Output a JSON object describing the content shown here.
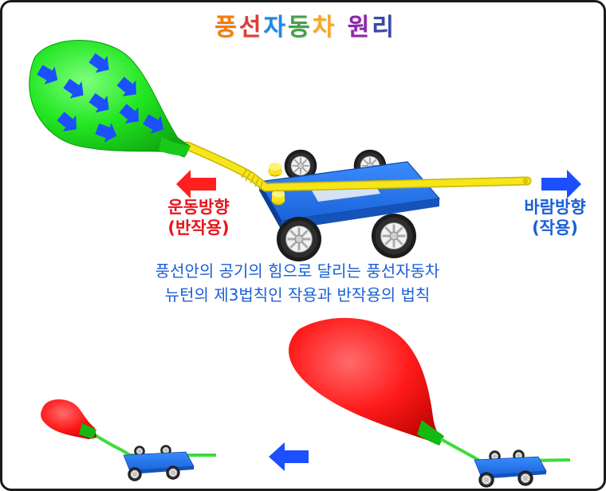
{
  "title": {
    "parts": [
      "풍",
      "선",
      "자",
      "동",
      "차",
      " ",
      "원",
      "리"
    ],
    "colors": [
      "#f57c00",
      "#e53935",
      "#1e88e5",
      "#43a047",
      "#f9a825",
      "#000000",
      "#8e24aa",
      "#3949ab"
    ]
  },
  "labels": {
    "motion_line1": "운동방향",
    "motion_line2": "(반작용)",
    "wind_line1": "바람방향",
    "wind_line2": "(작용)"
  },
  "explanation": {
    "line1": "풍선안의 공기의 힘으로 달리는 풍선자동차",
    "line2": "뉴턴의 제3법칙인 작용과 반작용의 법칙"
  },
  "colors": {
    "balloon_green": "#22e622",
    "balloon_red": "#ff1a1a",
    "arrow_red": "#ff1f1f",
    "arrow_blue": "#1c4fff",
    "text_blue": "#1a5fd6",
    "text_red": "#e8141c",
    "straw_yellow": "#f5e51a",
    "car_blue": "#1e73e8"
  }
}
